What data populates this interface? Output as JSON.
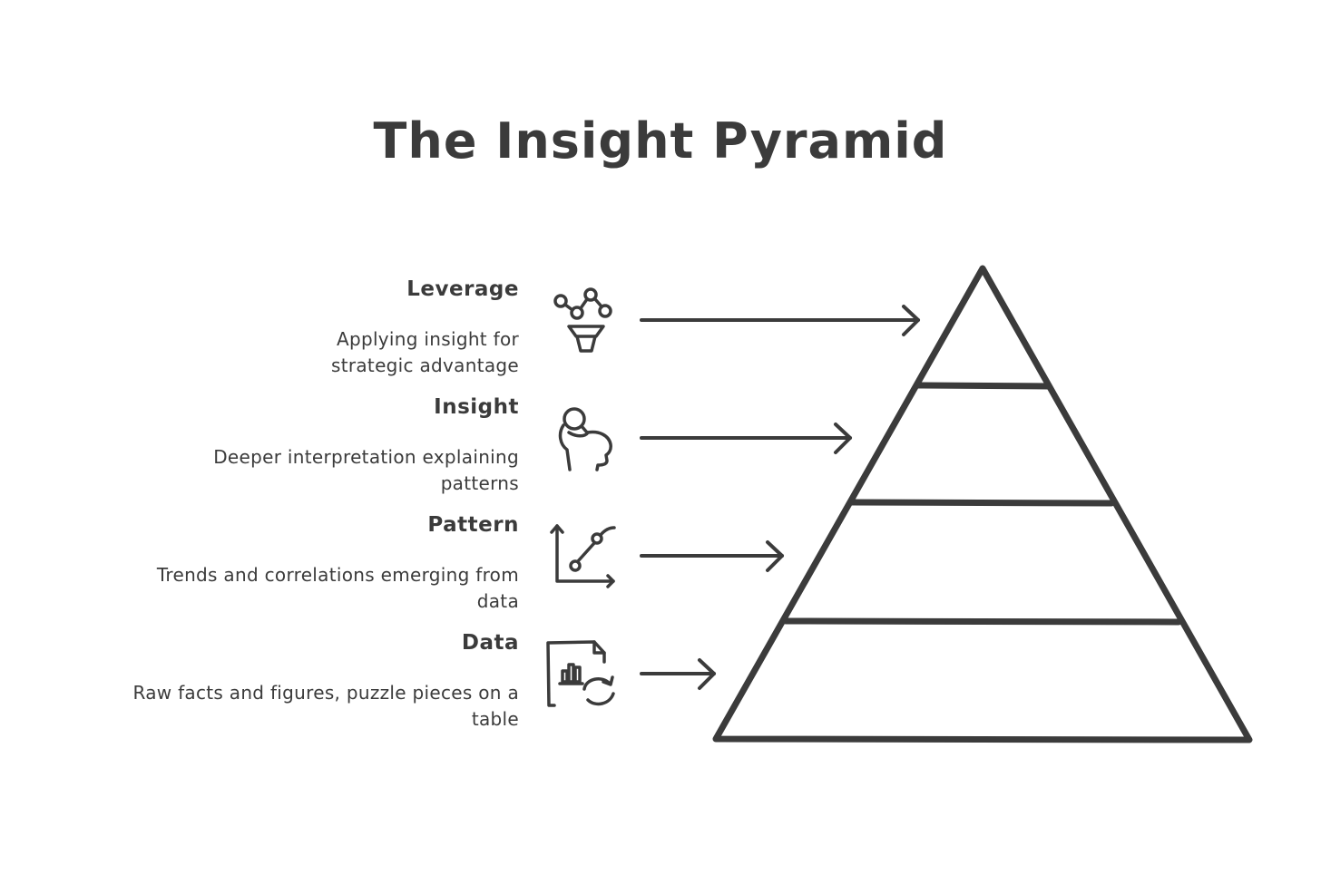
{
  "title": "The Insight Pyramid",
  "levels": [
    {
      "name": "Leverage",
      "description": "Applying insight for strategic advantage",
      "icon": "network-funnel-icon"
    },
    {
      "name": "Insight",
      "description": "Deeper interpretation explaining patterns",
      "icon": "head-magnifier-icon"
    },
    {
      "name": "Pattern",
      "description": "Trends and correlations emerging from data",
      "icon": "trend-graph-icon"
    },
    {
      "name": "Data",
      "description": "Raw facts and figures, puzzle pieces on a table",
      "icon": "data-document-icon"
    }
  ],
  "colors": {
    "ink": "#3b3b3b",
    "background": "#ffffff"
  }
}
